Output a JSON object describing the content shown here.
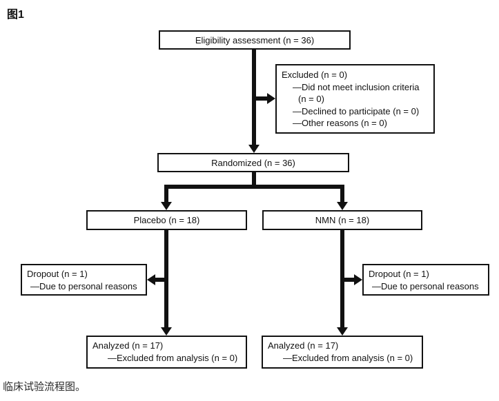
{
  "figure": {
    "label": "图1",
    "caption": "临床试验流程图。"
  },
  "colors": {
    "ink": "#111111",
    "background": "#ffffff"
  },
  "flowchart": {
    "eligibility": {
      "label": "Eligibility assessment (n = 36)"
    },
    "excluded": {
      "title": "Excluded (n = 0)",
      "items": [
        "—Did not meet inclusion criteria",
        "(n = 0)",
        "—Declined to participate (n = 0)",
        "—Other reasons (n = 0)"
      ]
    },
    "randomized": {
      "label": "Randomized (n = 36)"
    },
    "placebo": {
      "label": "Placebo (n = 18)"
    },
    "nmn": {
      "label": "NMN (n = 18)"
    },
    "dropout_left": {
      "title": "Dropout (n = 1)",
      "items": [
        "—Due to personal reasons"
      ]
    },
    "dropout_right": {
      "title": "Dropout (n = 1)",
      "items": [
        "—Due to personal reasons"
      ]
    },
    "analyzed_left": {
      "title": "Analyzed (n = 17)",
      "items": [
        "—Excluded from analysis (n = 0)"
      ]
    },
    "analyzed_right": {
      "title": "Analyzed (n = 17)",
      "items": [
        "—Excluded from analysis (n = 0)"
      ]
    }
  }
}
